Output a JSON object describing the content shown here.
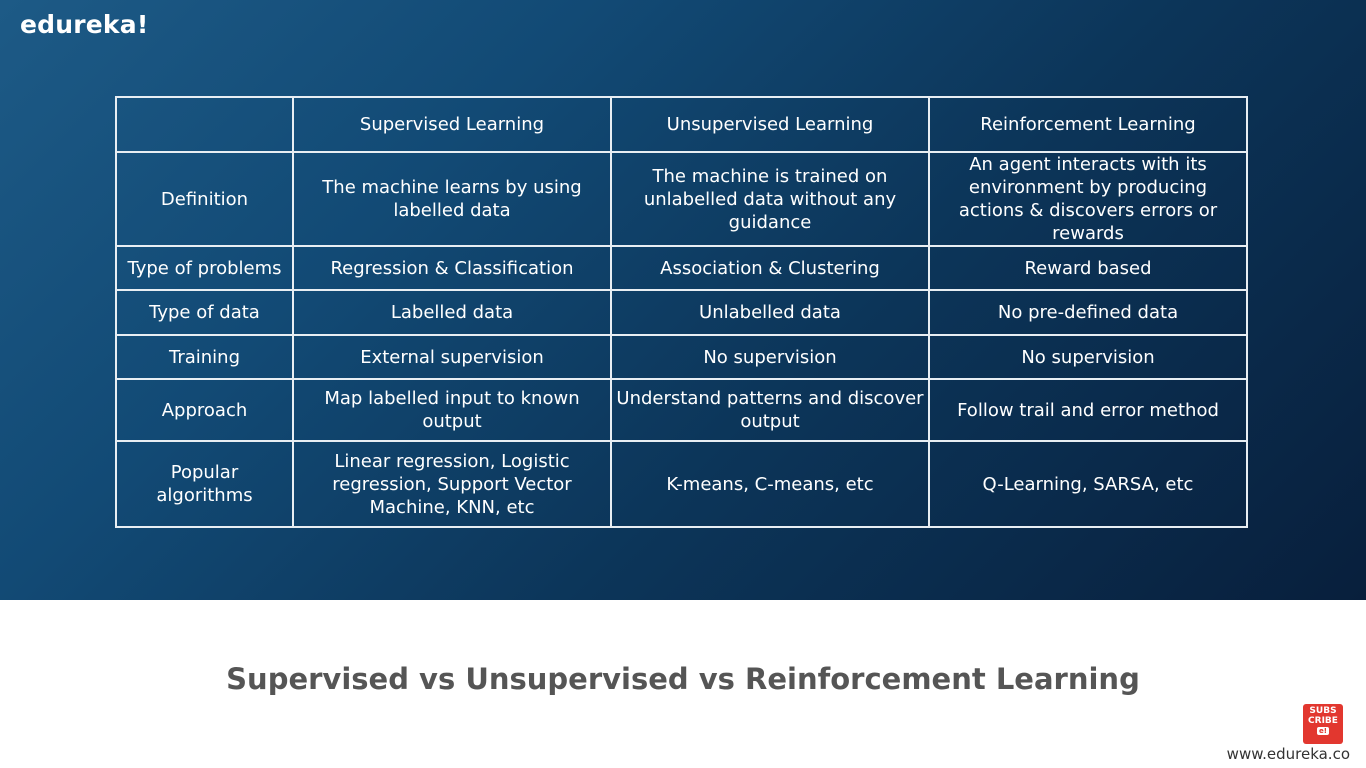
{
  "brand": {
    "logo_text": "edureka!",
    "site_url": "www.edureka.co"
  },
  "subscribe": {
    "line1": "SUBS",
    "line2": "CRIBE",
    "line3": "e!"
  },
  "table": {
    "headers": [
      "",
      "Supervised Learning",
      "Unsupervised Learning",
      "Reinforcement Learning"
    ],
    "rows": [
      [
        "Definition",
        "The machine learns by using labelled data",
        "The machine is trained on unlabelled data without any guidance",
        "An agent interacts with its environment by producing actions & discovers errors or rewards"
      ],
      [
        "Type of problems",
        "Regression & Classification",
        "Association & Clustering",
        "Reward based"
      ],
      [
        "Type of data",
        "Labelled data",
        "Unlabelled data",
        "No pre-defined data"
      ],
      [
        "Training",
        "External supervision",
        "No supervision",
        "No supervision"
      ],
      [
        "Approach",
        "Map labelled input to known output",
        "Understand patterns and discover output",
        "Follow trail and error method"
      ],
      [
        "Popular algorithms",
        "Linear regression, Logistic regression, Support Vector Machine, KNN, etc",
        "K-means, C-means, etc",
        "Q-Learning, SARSA, etc"
      ]
    ]
  },
  "caption": "Supervised vs Unsupervised vs Reinforcement Learning"
}
